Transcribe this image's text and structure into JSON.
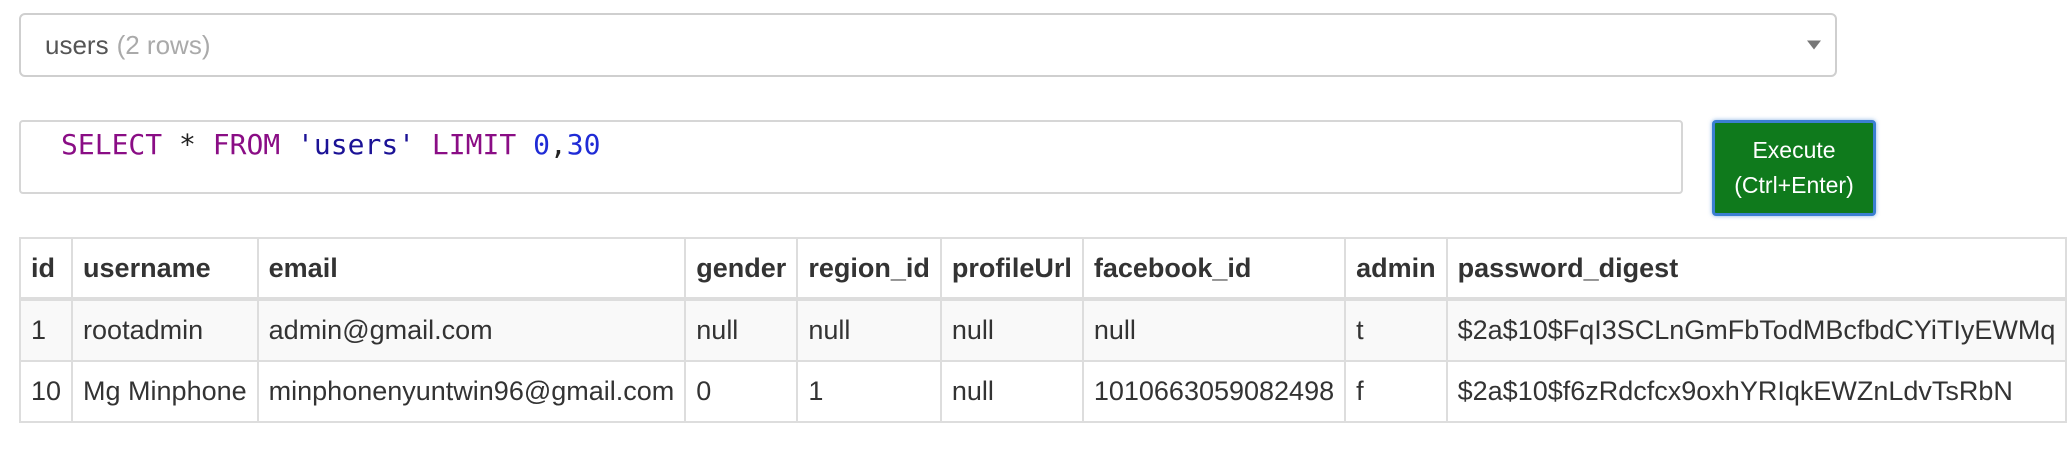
{
  "table_selector": {
    "name": "users",
    "count": "(2 rows)"
  },
  "query": {
    "t1": "SELECT",
    "t2": "*",
    "t3": "FROM",
    "t4": "'users'",
    "t5": "LIMIT",
    "t6": "0",
    "t7": ",",
    "t8": "30"
  },
  "execute_button": {
    "line1": "Execute",
    "line2": "(Ctrl+Enter)"
  },
  "results": {
    "columns": [
      "id",
      "username",
      "email",
      "gender",
      "region_id",
      "profileUrl",
      "facebook_id",
      "admin",
      "password_digest"
    ],
    "rows": [
      [
        "1",
        "rootadmin",
        "admin@gmail.com",
        "null",
        "null",
        "null",
        "null",
        "t",
        "$2a$10$FqI3SCLnGmFbTodMBcfbdCYiTIyEWMq"
      ],
      [
        "10",
        "Mg Minphone",
        "minphonenyuntwin96@gmail.com",
        "0",
        "1",
        "null",
        "1010663059082498",
        "f",
        "$2a$10$f6zRdcfcx9oxhYRIqkEWZnLdvTsRbN"
      ]
    ]
  },
  "colors": {
    "execute_bg": "#0f7a1c",
    "keyword": "#8a0d85",
    "string": "#1b1296",
    "number": "#1f2bd6"
  }
}
